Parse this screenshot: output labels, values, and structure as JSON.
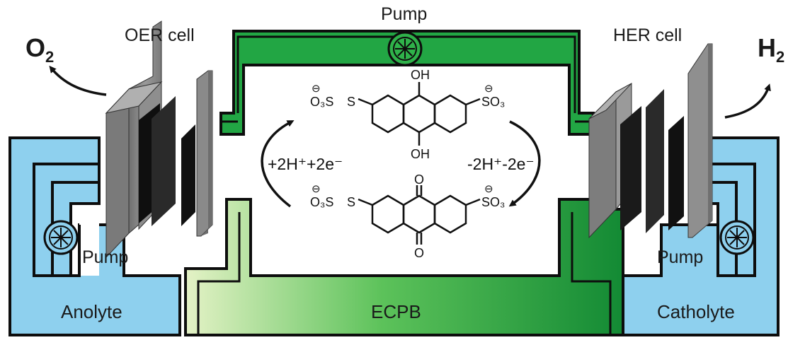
{
  "labels": {
    "oer_cell": "OER cell",
    "her_cell": "HER cell",
    "pump_top": "Pump",
    "pump_left": "Pump",
    "pump_right": "Pump",
    "anolyte": "Anolyte",
    "catholyte": "Catholyte",
    "ecpb": "ECPB"
  },
  "gases": {
    "left": {
      "main": "O",
      "sub": "2"
    },
    "right": {
      "main": "H",
      "sub": "2"
    }
  },
  "reactions": {
    "reduction": "+2H⁺+2e⁻",
    "oxidation": "-2H⁺-2e⁻"
  },
  "molecule_top": {
    "group_top": "OH",
    "group_bottom": "OH",
    "left_substituent": "O₃S",
    "right_substituent": "SO₃",
    "charge": "⊖"
  },
  "molecule_bottom": {
    "group_top": "O",
    "group_bottom": "O",
    "left_substituent": "O₃S",
    "right_substituent": "SO₃",
    "charge": "⊖"
  },
  "colors": {
    "blue_fill": "#8ed0ee",
    "green_dark": "#1a8f3a",
    "green_mid": "#2fb24a",
    "green_light": "#d5ecb4",
    "outline": "#0d0d0d",
    "electrode_gray": "#8a8a8a",
    "membrane_black": "#1a1a1a"
  }
}
